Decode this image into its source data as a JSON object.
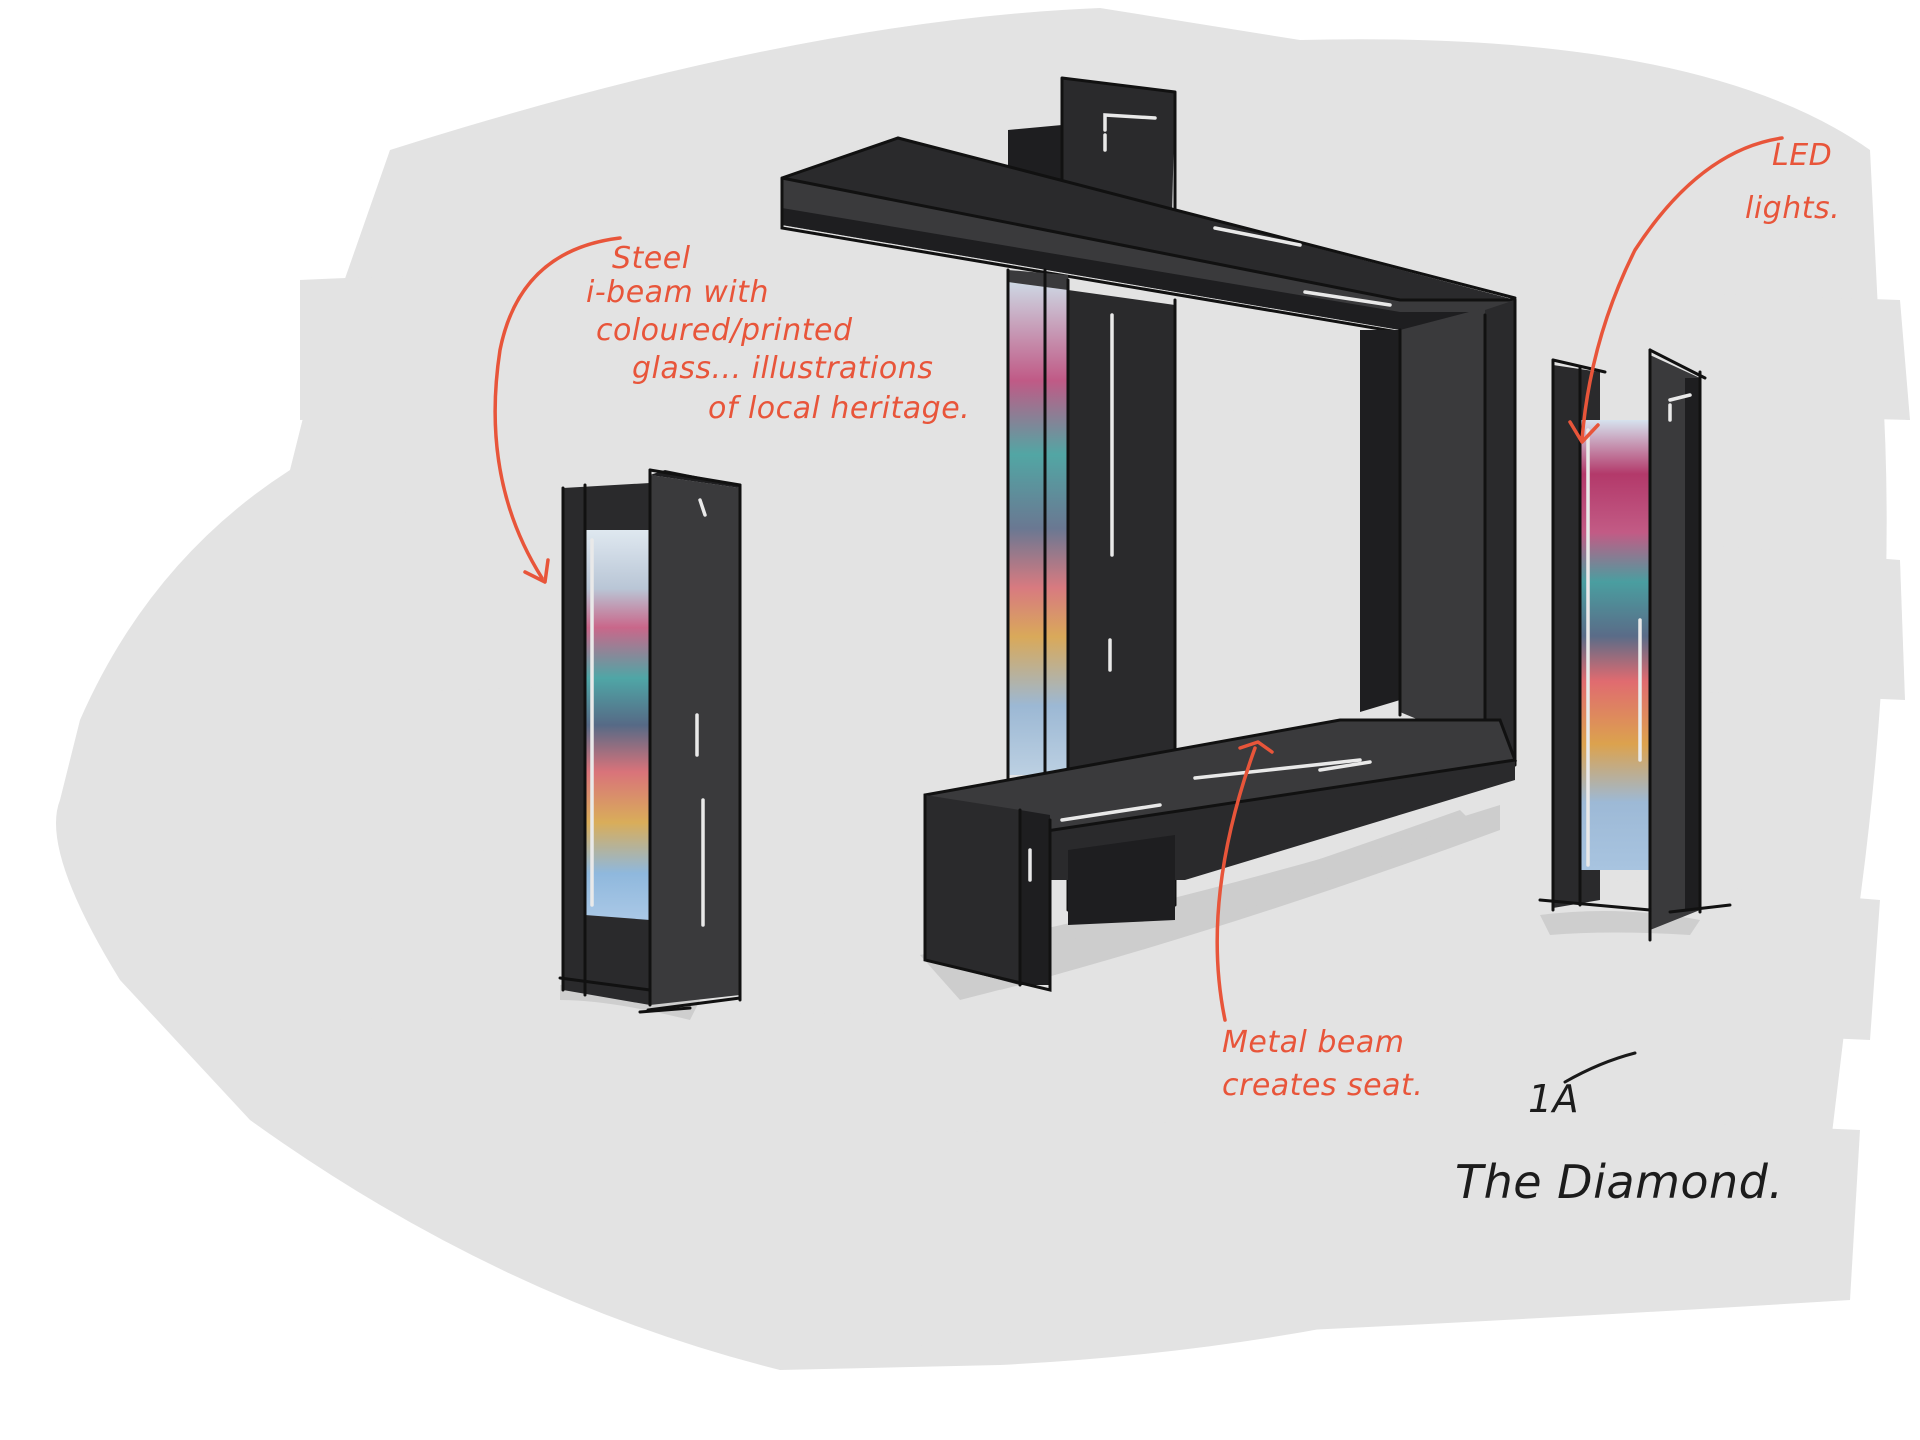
{
  "colors": {
    "annotation_red": "#e8553a",
    "steel_dark": "#3a3a3c",
    "marker_grey": "#e2e2e2",
    "background": "#ffffff"
  },
  "annotations": {
    "steel_beam": [
      "Steel",
      "i-beam with",
      "coloured/printed",
      "glass... illustrations",
      "of local heritage."
    ],
    "led_lights": [
      "LED",
      "lights."
    ],
    "seat": [
      "Metal beam",
      "creates seat."
    ]
  },
  "design": {
    "number": "1A",
    "name": "The Diamond."
  }
}
